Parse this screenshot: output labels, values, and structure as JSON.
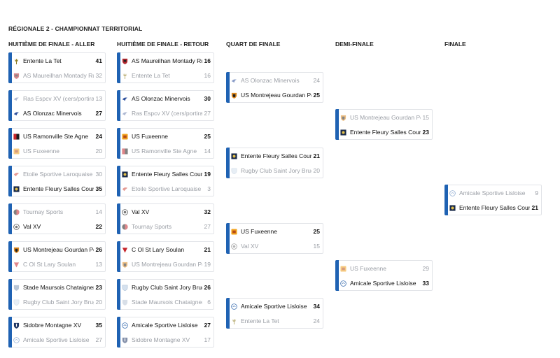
{
  "page": {
    "title": "RÉGIONALE 2 - CHAMPIONNAT TERRITORIAL"
  },
  "rounds": [
    {
      "title": "HUITIÈME DE FINALE - ALLER",
      "matches": [
        {
          "teams": [
            {
              "name": "Entente La Tet",
              "score": "41",
              "winner": true,
              "logo": "fork-crest-icon"
            },
            {
              "name": "AS Maureilhan Montady Ru",
              "score": "32",
              "winner": false,
              "logo": "red-shield-icon"
            }
          ]
        },
        {
          "teams": [
            {
              "name": "Ras Espcv XV (cers/portirag",
              "score": "13",
              "winner": false,
              "logo": "wing-crest-icon"
            },
            {
              "name": "AS Olonzac Minervois",
              "score": "27",
              "winner": true,
              "logo": "blue-wing-icon"
            }
          ]
        },
        {
          "teams": [
            {
              "name": "US Ramonville Ste Agne",
              "score": "24",
              "winner": true,
              "logo": "red-black-square-icon"
            },
            {
              "name": "US Fuxeenne",
              "score": "20",
              "winner": false,
              "logo": "orange-square-icon"
            }
          ]
        },
        {
          "teams": [
            {
              "name": "Etoile Sportive Laroquaise",
              "score": "30",
              "winner": false,
              "logo": "red-wing-icon"
            },
            {
              "name": "Entente Fleury Salles Cours",
              "score": "35",
              "winner": true,
              "logo": "navy-square-icon"
            }
          ]
        },
        {
          "teams": [
            {
              "name": "Tournay Sports",
              "score": "14",
              "winner": false,
              "logo": "red-black-circle-icon"
            },
            {
              "name": "Val XV",
              "score": "22",
              "winner": true,
              "logo": "grey-circle-icon"
            }
          ]
        },
        {
          "teams": [
            {
              "name": "US Montrejeau Gourdan Po",
              "score": "26",
              "winner": true,
              "logo": "orange-black-shield-icon"
            },
            {
              "name": "C Ol St Lary Soulan",
              "score": "13",
              "winner": false,
              "logo": "red-triangle-icon"
            }
          ]
        },
        {
          "teams": [
            {
              "name": "Stade Maursois Chataigners",
              "score": "23",
              "winner": true,
              "logo": "light-shield-icon"
            },
            {
              "name": "Rugby Club Saint Jory Brug",
              "score": "20",
              "winner": false,
              "logo": "light-blue-shield-icon"
            }
          ]
        },
        {
          "teams": [
            {
              "name": "Sidobre Montagne XV",
              "score": "35",
              "winner": true,
              "logo": "navy-shield-icon"
            },
            {
              "name": "Amicale Sportive Lisloise",
              "score": "27",
              "winner": false,
              "logo": "blue-circle-icon"
            }
          ]
        }
      ]
    },
    {
      "title": "HUITIÈME DE FINALE - RETOUR",
      "matches": [
        {
          "teams": [
            {
              "name": "AS Maureilhan Montady Ru",
              "score": "16",
              "winner": true,
              "logo": "red-shield-icon"
            },
            {
              "name": "Entente La Tet",
              "score": "16",
              "winner": false,
              "logo": "fork-crest-icon"
            }
          ]
        },
        {
          "teams": [
            {
              "name": "AS Olonzac Minervois",
              "score": "30",
              "winner": true,
              "logo": "blue-wing-icon"
            },
            {
              "name": "Ras Espcv XV (cers/portirag",
              "score": "27",
              "winner": false,
              "logo": "wing-crest-icon"
            }
          ]
        },
        {
          "teams": [
            {
              "name": "US Fuxeenne",
              "score": "25",
              "winner": true,
              "logo": "orange-square-icon"
            },
            {
              "name": "US Ramonville Ste Agne",
              "score": "14",
              "winner": false,
              "logo": "red-black-square-icon"
            }
          ]
        },
        {
          "teams": [
            {
              "name": "Entente Fleury Salles Cours",
              "score": "19",
              "winner": true,
              "logo": "navy-square-icon"
            },
            {
              "name": "Etoile Sportive Laroquaise",
              "score": "3",
              "winner": false,
              "logo": "red-wing-icon"
            }
          ]
        },
        {
          "teams": [
            {
              "name": "Val XV",
              "score": "32",
              "winner": true,
              "logo": "grey-circle-icon"
            },
            {
              "name": "Tournay Sports",
              "score": "27",
              "winner": false,
              "logo": "red-black-circle-icon"
            }
          ]
        },
        {
          "teams": [
            {
              "name": "C Ol St Lary Soulan",
              "score": "21",
              "winner": true,
              "logo": "red-triangle-icon"
            },
            {
              "name": "US Montrejeau Gourdan Po",
              "score": "19",
              "winner": false,
              "logo": "orange-black-shield-icon"
            }
          ]
        },
        {
          "teams": [
            {
              "name": "Rugby Club Saint Jory Brug",
              "score": "26",
              "winner": true,
              "logo": "light-blue-shield-icon"
            },
            {
              "name": "Stade Maursois Chataigners",
              "score": "6",
              "winner": false,
              "logo": "light-shield-icon"
            }
          ]
        },
        {
          "teams": [
            {
              "name": "Amicale Sportive Lisloise",
              "score": "27",
              "winner": true,
              "logo": "blue-circle-icon"
            },
            {
              "name": "Sidobre Montagne XV",
              "score": "17",
              "winner": false,
              "logo": "navy-shield-icon"
            }
          ]
        }
      ]
    },
    {
      "title": "QUART DE FINALE",
      "matches": [
        {
          "teams": [
            {
              "name": "AS Olonzac Minervois",
              "score": "24",
              "winner": false,
              "logo": "blue-wing-icon"
            },
            {
              "name": "US Montrejeau Gourdan Po",
              "score": "25",
              "winner": true,
              "logo": "orange-black-shield-icon"
            }
          ]
        },
        {
          "teams": [
            {
              "name": "Entente Fleury Salles Cours",
              "score": "21",
              "winner": true,
              "logo": "navy-square-icon"
            },
            {
              "name": "Rugby Club Saint Jory Brug",
              "score": "20",
              "winner": false,
              "logo": "light-blue-shield-icon"
            }
          ]
        },
        {
          "teams": [
            {
              "name": "US Fuxeenne",
              "score": "25",
              "winner": true,
              "logo": "orange-square-icon"
            },
            {
              "name": "Val XV",
              "score": "15",
              "winner": false,
              "logo": "grey-circle-icon"
            }
          ]
        },
        {
          "teams": [
            {
              "name": "Amicale Sportive Lisloise",
              "score": "34",
              "winner": true,
              "logo": "blue-circle-icon"
            },
            {
              "name": "Entente La Tet",
              "score": "24",
              "winner": false,
              "logo": "fork-crest-icon"
            }
          ]
        }
      ]
    },
    {
      "title": "DEMI-FINALE",
      "matches": [
        {
          "teams": [
            {
              "name": "US Montrejeau Gourdan Po",
              "score": "15",
              "winner": false,
              "logo": "orange-black-shield-icon"
            },
            {
              "name": "Entente Fleury Salles Cours",
              "score": "23",
              "winner": true,
              "logo": "navy-square-icon"
            }
          ]
        },
        {
          "teams": [
            {
              "name": "US Fuxeenne",
              "score": "29",
              "winner": false,
              "logo": "orange-square-icon"
            },
            {
              "name": "Amicale Sportive Lisloise",
              "score": "33",
              "winner": true,
              "logo": "blue-circle-icon"
            }
          ]
        }
      ]
    },
    {
      "title": "FINALE",
      "matches": [
        {
          "teams": [
            {
              "name": "Amicale Sportive Lisloise",
              "score": "9",
              "winner": false,
              "logo": "blue-circle-icon"
            },
            {
              "name": "Entente Fleury Salles Cours",
              "score": "21",
              "winner": true,
              "logo": "navy-square-icon"
            }
          ]
        }
      ]
    }
  ],
  "colors": {
    "accent": "#1f62b3",
    "winner_text": "#111111",
    "loser_text": "#9a9ea5",
    "border": "#e2e4e8"
  }
}
